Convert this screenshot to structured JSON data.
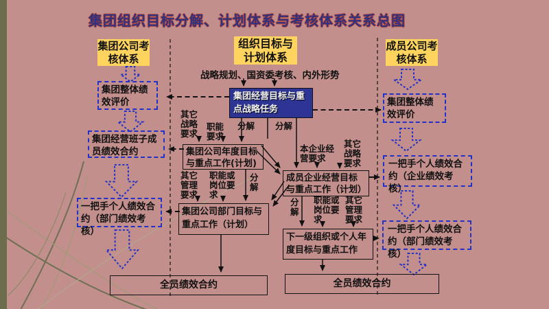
{
  "slide": {
    "title": "集团组织目标分解、计划体系与考核体系关系总图"
  },
  "headers": {
    "left": "集团公司考核体系",
    "center": "组织目标与计划体系",
    "right": "成员公司考核体系"
  },
  "center_column": {
    "inputs": "战略规划、国资委考核、内外形势",
    "group_goal": "集团经营目标与重点战略任务",
    "annual": "集团公司年度目标与重点工作(计划)",
    "dept": "集团公司部门目标与重点工作（计划）",
    "member": "成员企业经营目标与重点工作（计划）",
    "next_level": "下一级组织或个人年度目标与重点工作",
    "all_staff": "全员绩效合约"
  },
  "left_column": {
    "overall_eval": "集团整体绩效评价",
    "team_contract": "集团经营班子成员绩效合约",
    "leader_dept": "一把手个人绩效合约（部门绩效考核）"
  },
  "right_column": {
    "overall_eval": "集团整体绩效评价",
    "leader_company": "一把手个人绩效合约（企业绩效考核）",
    "leader_dept": "一把手个人绩效合约（部门绩效考核）"
  },
  "labels": {
    "decompose": "分解",
    "other_strategy": "其它战略要求",
    "functional": "职能要求",
    "other_mgmt": "其它管理要求",
    "func_or_post": "职能或岗位要求",
    "own_business": "本企业经营要求"
  },
  "colors": {
    "background": "#c28f8c",
    "sidebar_strip": "#6d6d4d",
    "header_fill": "#fed45f",
    "primary_box_fill": "#2d3494",
    "dashed_border": "#2431c8",
    "title_color": "#31317e",
    "line_color": "#111111"
  }
}
